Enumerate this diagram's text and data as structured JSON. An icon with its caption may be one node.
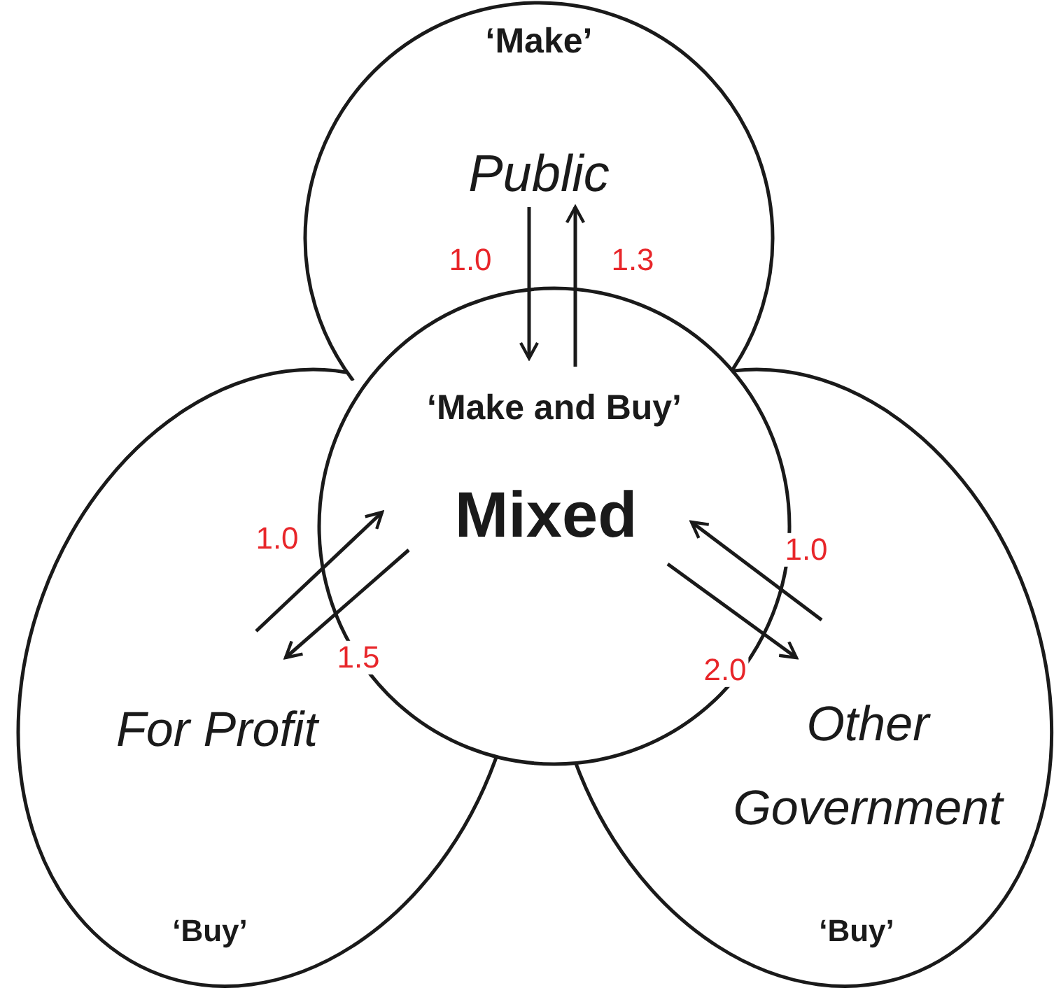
{
  "diagram": {
    "nodes": [
      {
        "text": [
          "‘Make’",
          "Public"
        ]
      },
      {
        "text": [
          "‘Make and Buy’",
          "Mixed"
        ]
      },
      {
        "text": [
          "For Profit",
          "‘Buy’"
        ]
      },
      {
        "text": [
          "Other Government",
          "‘Buy’"
        ]
      }
    ],
    "edges": [
      {
        "from": 0,
        "to": 1,
        "arrow": "to",
        "label": "1.0"
      },
      {
        "from": 1,
        "to": 0,
        "arrow": "to",
        "label": "1.3"
      },
      {
        "from": 2,
        "to": 1,
        "arrow": "to",
        "label": "1.0"
      },
      {
        "from": 1,
        "to": 2,
        "arrow": "to",
        "label": "1.5"
      },
      {
        "from": 3,
        "to": 1,
        "arrow": "to",
        "label": "1.0"
      },
      {
        "from": 1,
        "to": 3,
        "arrow": "to",
        "label": "2.0"
      }
    ]
  }
}
